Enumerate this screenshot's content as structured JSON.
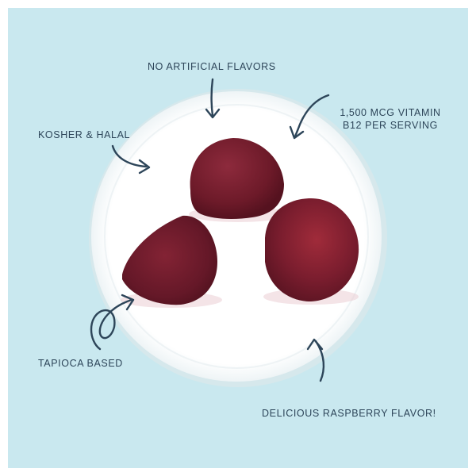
{
  "image": {
    "background_color": "#c9e8ef",
    "plate_color": "#ffffff",
    "gummy_color": "#7a1d2e",
    "text_color": "#2d4559",
    "subject": "three raspberry gummies on white plate"
  },
  "labels": {
    "no_artificial_flavors": "NO ARTIFICIAL FLAVORS",
    "vitamin_b12": "1,500 MCG VITAMIN B12 PER SERVING",
    "kosher_halal": "KOSHER & HALAL",
    "tapioca_based": "TAPIOCA BASED",
    "raspberry_flavor": "DELICIOUS RASPBERRY FLAVOR!"
  },
  "icons": [
    "arrow-down-icon",
    "curved-arrow-icon",
    "loop-arrow-icon"
  ]
}
